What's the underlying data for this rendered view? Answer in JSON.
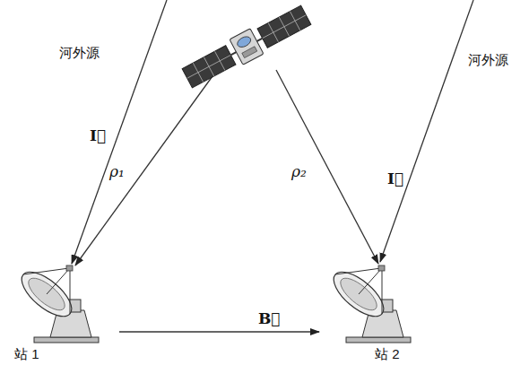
{
  "diagram": {
    "nodes": [
      {
        "text": [
          "站 1"
        ]
      },
      {
        "text": [
          "站 2"
        ]
      }
    ],
    "edges": [
      {
        "from": 0,
        "to": 1,
        "arrow": "to",
        "label": "B⃗"
      }
    ],
    "labels": [
      "河外源",
      "河外源",
      "I⃗",
      "ρ₂",
      "ρ₁",
      "I⃗"
    ]
  }
}
